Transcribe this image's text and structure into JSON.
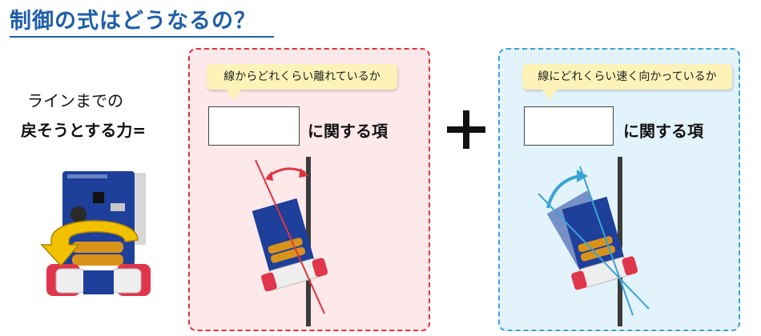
{
  "title": "制御の式はどうなるの？",
  "equation": {
    "lhs_line1": "ラインまでの",
    "lhs_line2": "戻そうとする力="
  },
  "term_left": {
    "bubble_text": "線からどれくらい離れているか",
    "label": "に関する項",
    "accent_color": "#e2333f"
  },
  "term_right": {
    "bubble_text": "線にどれくらい速く向かっているか",
    "label": "に関する項",
    "accent_color": "#3aa3d6"
  },
  "colors": {
    "title": "#1f5ea8",
    "left_panel_bg": "#fde8ea",
    "right_panel_bg": "#e3f3fb",
    "bubble_bg": "#fdf3b9",
    "robot_board": "#1e3f9a",
    "wheel": "#e0364c",
    "rotation_arrow": "#f2c200"
  }
}
